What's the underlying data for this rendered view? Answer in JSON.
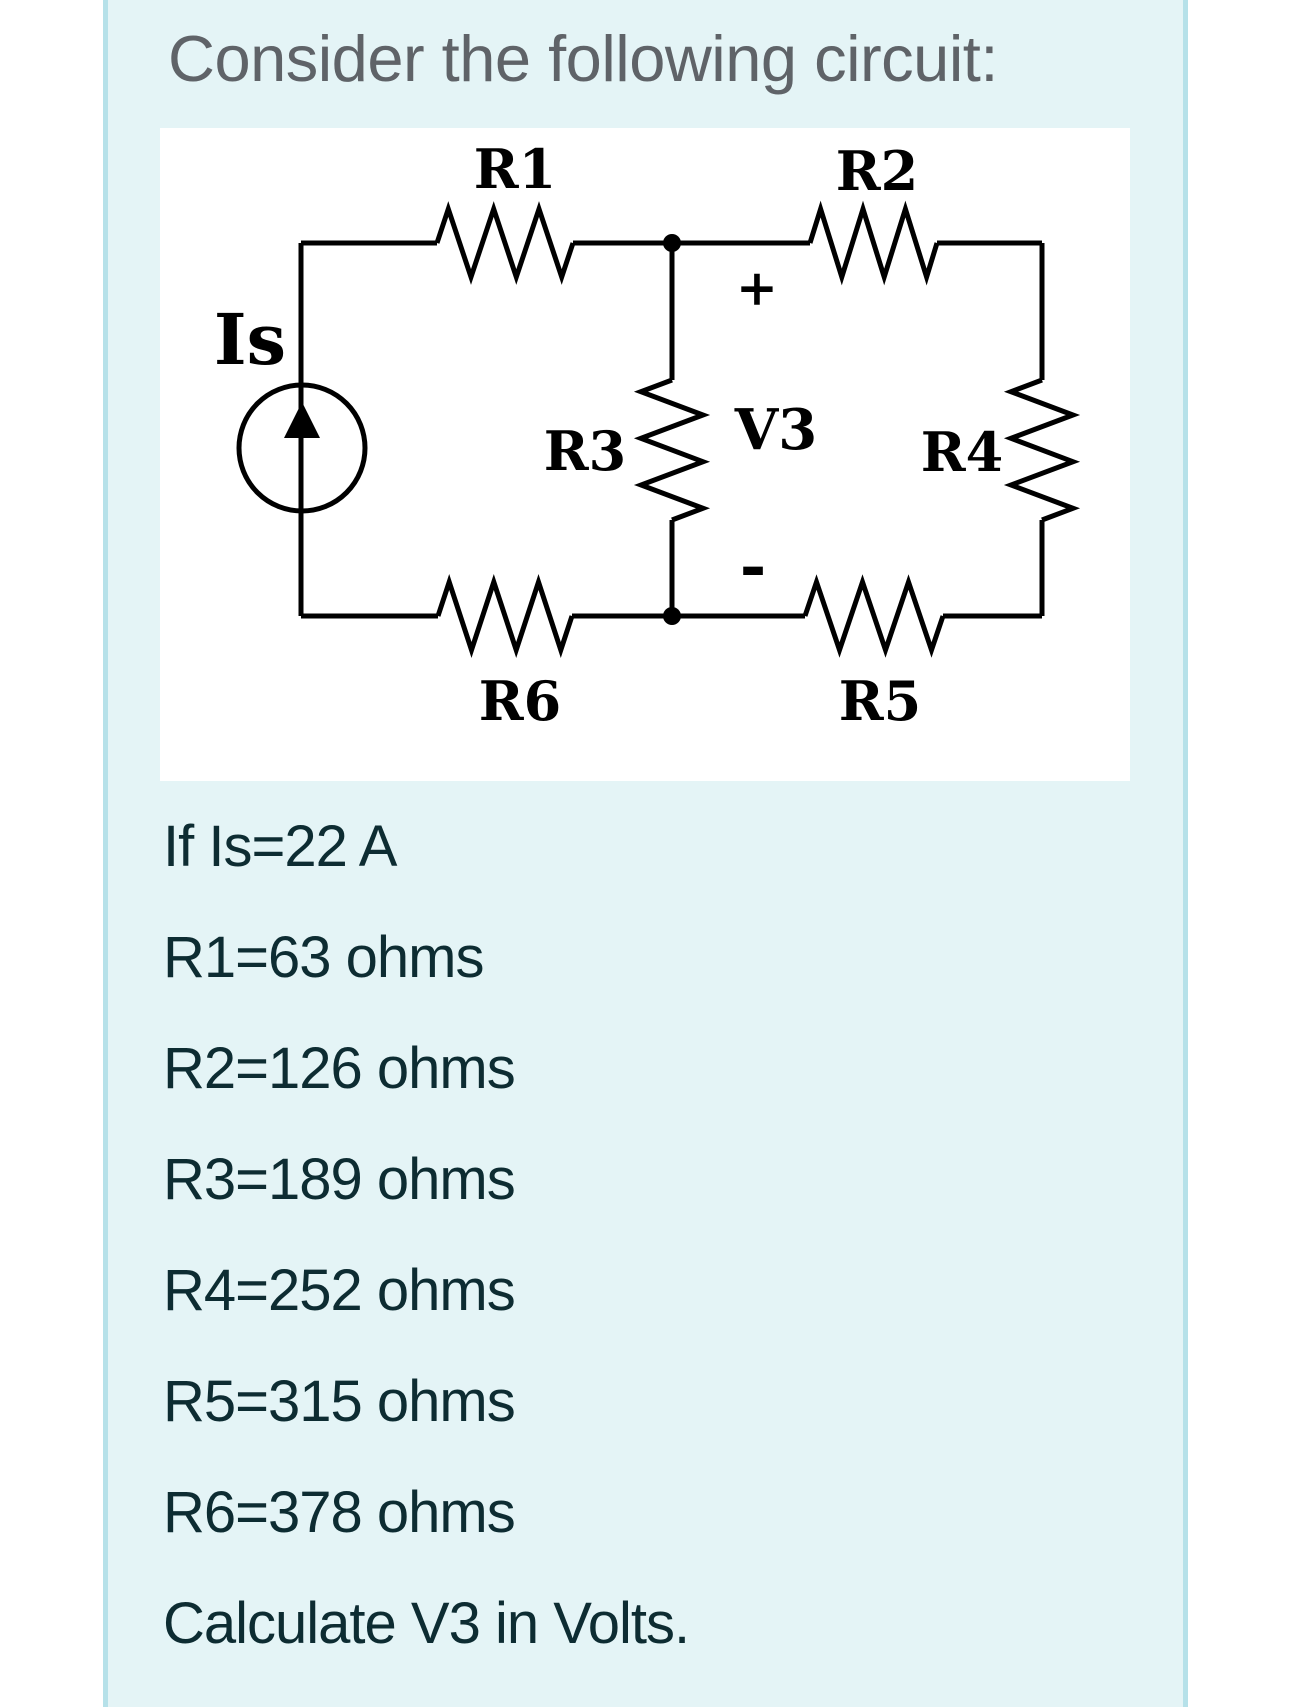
{
  "title": "Consider the following circuit:",
  "figure": {
    "labels": {
      "r1": "R1",
      "r2": "R2",
      "r3": "R3",
      "r4": "R4",
      "r5": "R5",
      "r6": "R6",
      "is": "Is",
      "v3": "V3",
      "plus": "+",
      "minus": "-"
    }
  },
  "problem": {
    "lines": [
      "If Is=22 A",
      "R1=63 ohms",
      "R2=126 ohms",
      "R3=189 ohms",
      "R4=252 ohms",
      "R5=315 ohms",
      "R6=378 ohms",
      "Calculate V3 in Volts."
    ]
  },
  "colors": {
    "page_background": "#ffffff",
    "panel_background": "#e4f4f6",
    "panel_border": "#b6e1e9",
    "title_text": "#5f6368",
    "body_text": "#0d2c32",
    "circuit_ink": "#000000"
  }
}
